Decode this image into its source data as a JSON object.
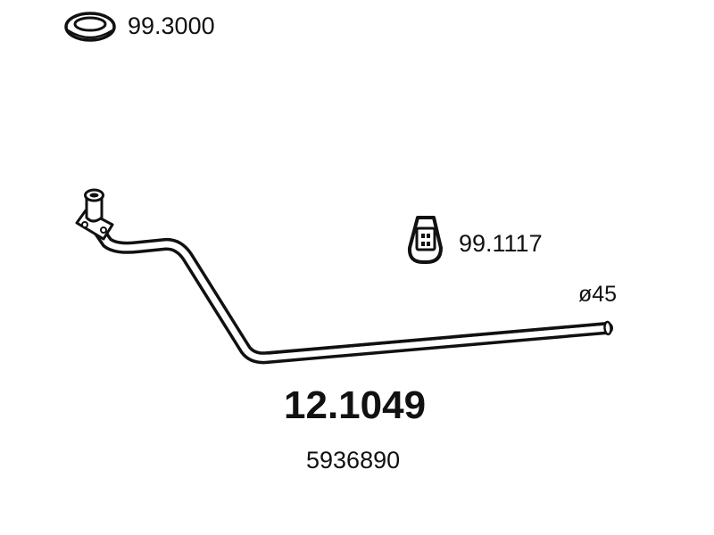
{
  "parts": {
    "gasket": {
      "icon": "ring-gasket-icon",
      "code": "99.3000"
    },
    "hanger": {
      "icon": "rubber-hanger-icon",
      "code": "99.1117"
    },
    "pipe": {
      "icon": "exhaust-pipe-icon",
      "diameter_label": "ø45"
    }
  },
  "main": {
    "part_number": "12.1049",
    "oe_number": "5936890"
  },
  "colors": {
    "line": "#111111",
    "background": "#ffffff"
  }
}
